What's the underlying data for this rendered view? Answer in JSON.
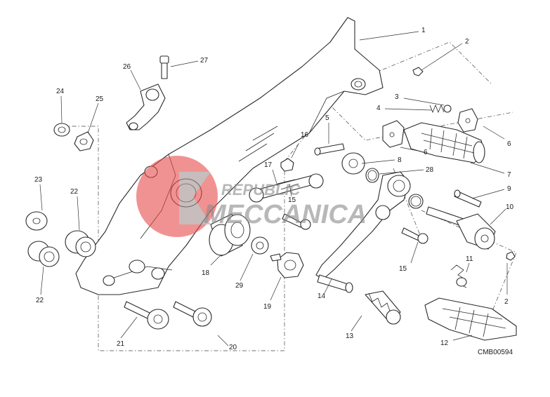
{
  "diagram_code": "CMB00594",
  "watermark": {
    "line1": "REPUBLIC",
    "line2": "MECCANICA",
    "color": "#e84a4a"
  },
  "callouts": [
    "1",
    "2",
    "3",
    "4",
    "5",
    "6",
    "7",
    "8",
    "9",
    "10",
    "11",
    "12",
    "13",
    "14",
    "15",
    "16",
    "17",
    "18",
    "19",
    "20",
    "21",
    "22",
    "23",
    "24",
    "25",
    "26",
    "27",
    "28",
    "29"
  ],
  "duplicate_labels": {
    "label_2_b": "2",
    "label_6_b": "6",
    "label_15_b": "15",
    "label_22_b": "22"
  }
}
